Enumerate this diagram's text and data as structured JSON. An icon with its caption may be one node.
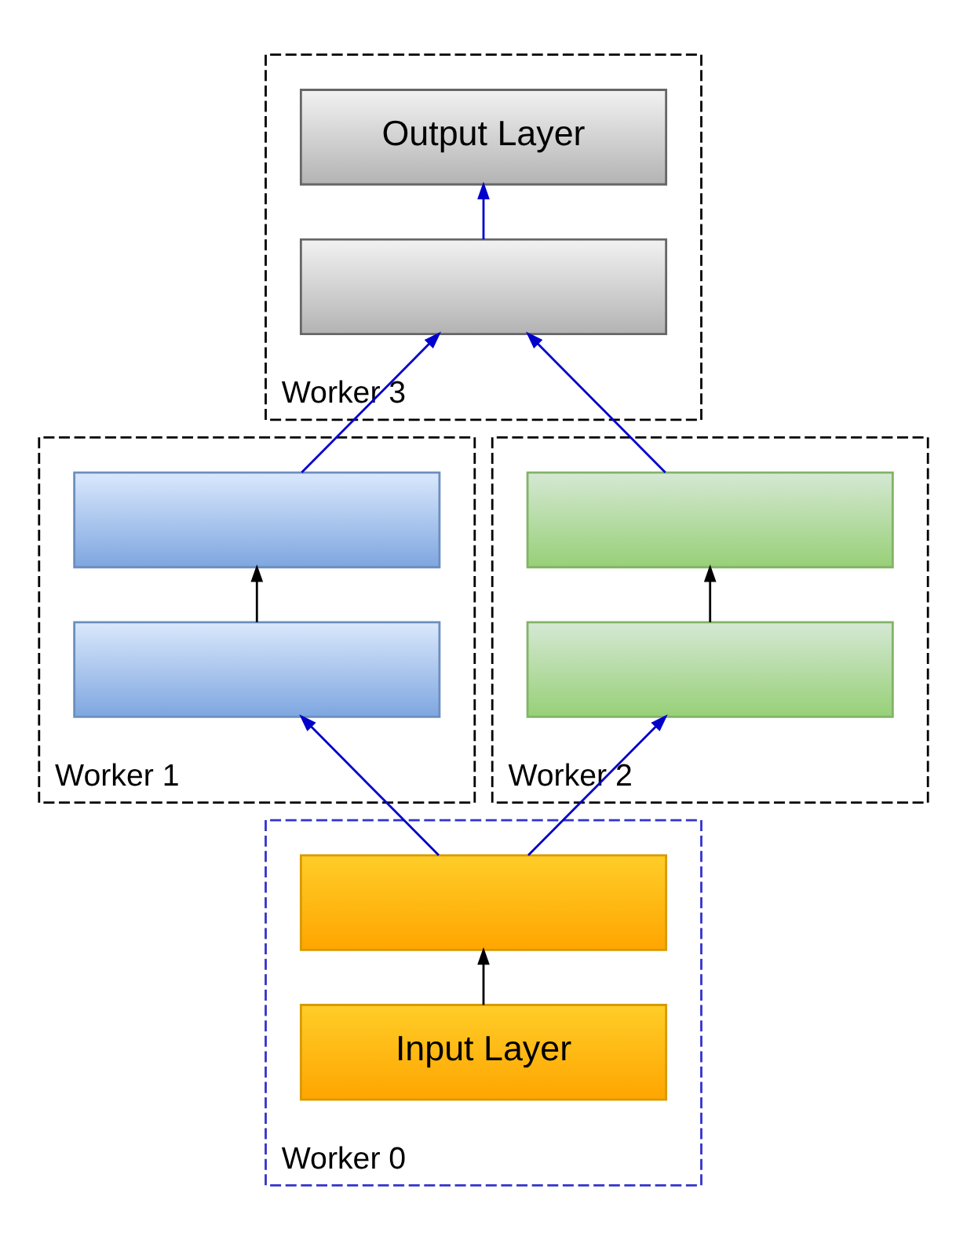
{
  "diagram": {
    "nodes": [
      {
        "text": [
          "Worker 3"
        ]
      },
      {
        "text": [
          "Output Layer"
        ],
        "in": 0
      },
      {
        "text": [],
        "shape": "box",
        "in": 0
      },
      {
        "text": [
          "Worker 1"
        ]
      },
      {
        "text": [],
        "shape": "box",
        "in": 3
      },
      {
        "text": [],
        "shape": "box",
        "in": 3
      },
      {
        "text": [
          "Worker 2"
        ]
      },
      {
        "text": [],
        "shape": "box",
        "in": 6
      },
      {
        "text": [],
        "shape": "box",
        "in": 6
      },
      {
        "text": [
          "Worker 0"
        ]
      },
      {
        "text": [],
        "shape": "box",
        "in": 9
      },
      {
        "text": [
          "Input Layer"
        ],
        "in": 9
      }
    ],
    "edges": [
      {
        "from": 11,
        "to": 10,
        "arrow": "to",
        "color": "#000000"
      },
      {
        "from": 10,
        "to": 5,
        "arrow": "to"
      },
      {
        "from": 10,
        "to": 8,
        "arrow": "to"
      },
      {
        "from": 5,
        "to": 4,
        "arrow": "to",
        "color": "#000000"
      },
      {
        "from": 8,
        "to": 7,
        "arrow": "to",
        "color": "#000000"
      },
      {
        "from": 4,
        "to": 2,
        "arrow": "to"
      },
      {
        "from": 7,
        "to": 2,
        "arrow": "to"
      },
      {
        "from": 2,
        "to": 1,
        "arrow": "to"
      }
    ]
  }
}
